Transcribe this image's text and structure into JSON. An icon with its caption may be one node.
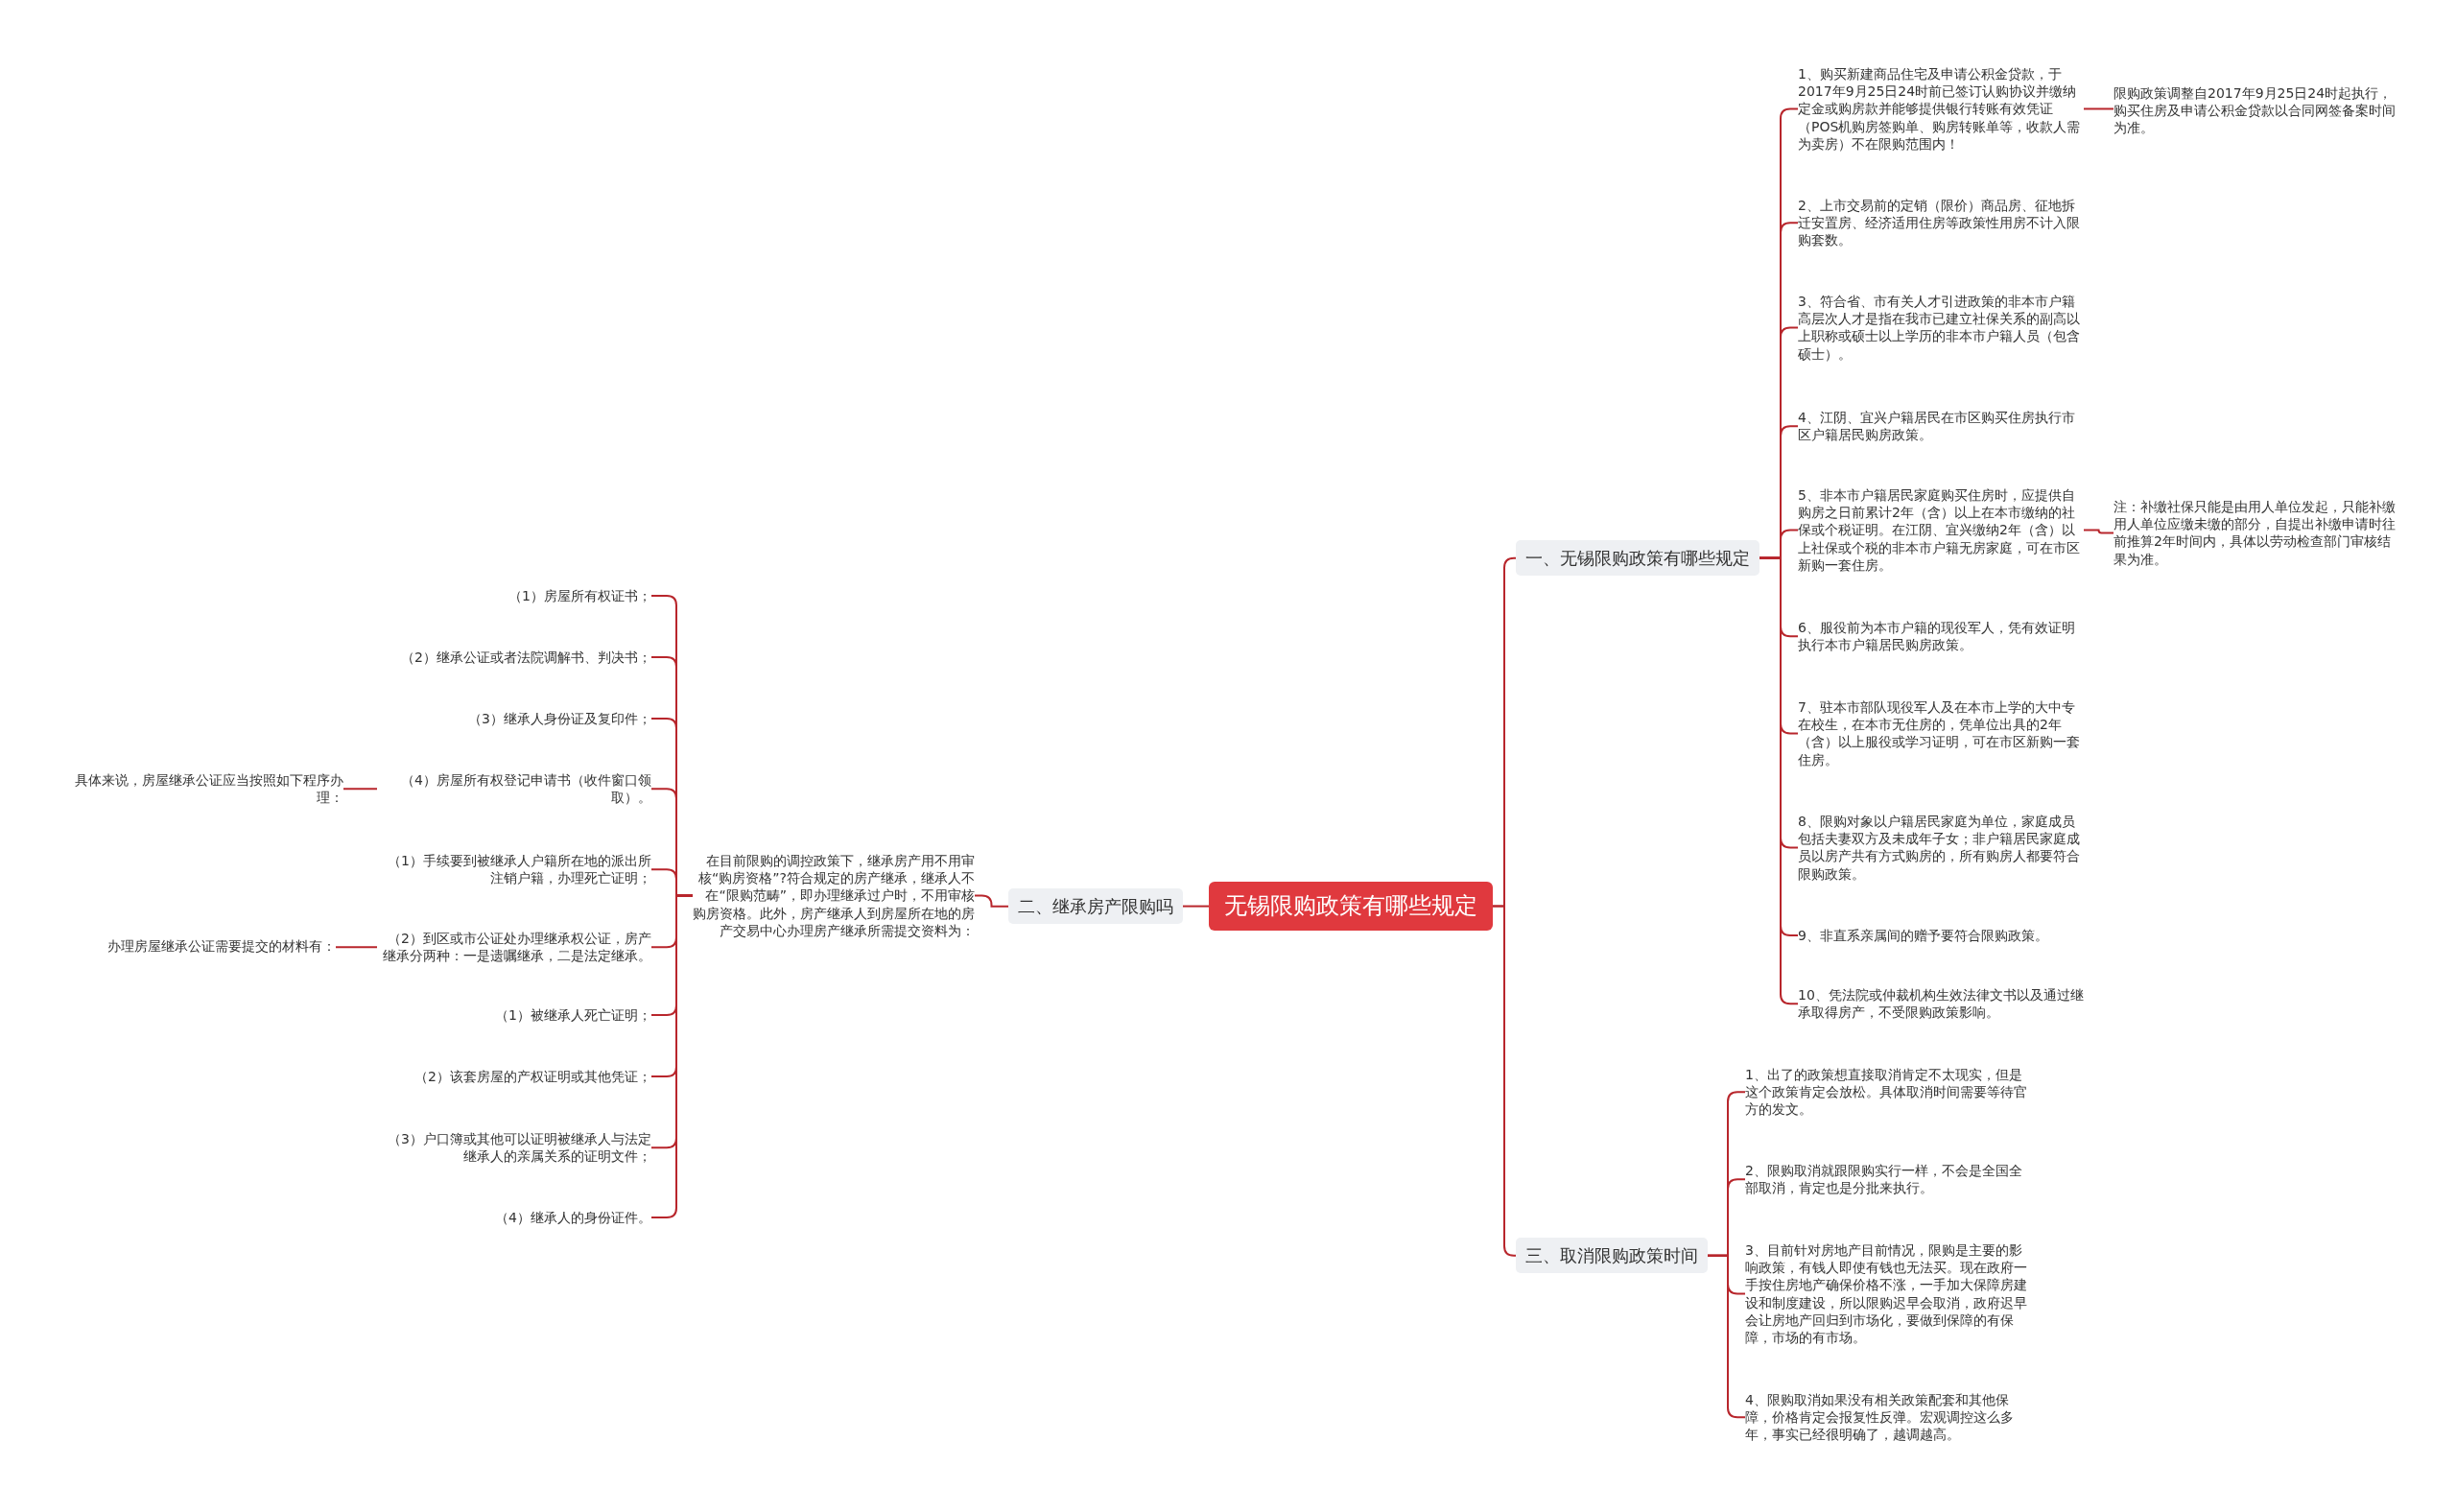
{
  "diagram": {
    "nodes": [
      {
        "text": [
          "无锡限购政策有哪些规定"
        ]
      },
      {
        "text": [
          "一、无锡限购政策有哪些规定"
        ]
      },
      {
        "text": [
          "1、购买新建商品住宅及申请公积金贷款，于2017年9月25日24时前已签订认购协议并缴纳定金或购房款并能够提供银行转账有效凭证（POS机购房签购单、购房转账单等，收款人需为卖房）不在限购范围内！"
        ]
      },
      {
        "text": [
          "2、上市交易前的定销（限价）商品房、征地拆迁安置房、经济适用住房等政策性用房不计入限购套数。"
        ]
      },
      {
        "text": [
          "3、符合省、市有关人才引进政策的非本市户籍高层次人才是指在我市已建立社保关系的副高以上职称或硕士以上学历的非本市户籍人员（包含硕士）。"
        ]
      },
      {
        "text": [
          "4、江阴、宜兴户籍居民在市区购买住房执行市区户籍居民购房政策。"
        ]
      },
      {
        "text": [
          "5、非本市户籍居民家庭购买住房时，应提供自购房之日前累计2年（含）以上在本市缴纳的社保或个税证明。在江阴、宜兴缴纳2年（含）以上社保或个税的非本市户籍无房家庭，可在市区新购一套住房。"
        ]
      },
      {
        "text": [
          "6、服役前为本市户籍的现役军人，凭有效证明执行本市户籍居民购房政策。"
        ]
      },
      {
        "text": [
          "7、驻本市部队现役军人及在本市上学的大中专在校生，在本市无住房的，凭单位出具的2年（含）以上服役或学习证明，可在市区新购一套住房。"
        ]
      },
      {
        "text": [
          "8、限购对象以户籍居民家庭为单位，家庭成员包括夫妻双方及未成年子女；非户籍居民家庭成员以房产共有方式购房的，所有购房人都要符合限购政策。"
        ]
      },
      {
        "text": [
          "9、非直系亲属间的赠予要符合限购政策。"
        ]
      },
      {
        "text": [
          "10、凭法院或仲裁机构生效法律文书以及通过继承取得房产，不受限购政策影响。"
        ]
      },
      {
        "text": [
          "限购政策调整自2017年9月25日24时起执行，购买住房及申请公积金贷款以合同网签备案时间为准。"
        ]
      },
      {
        "text": [
          "注：补缴社保只能是由用人单位发起，只能补缴用人单位应缴未缴的部分，自提出补缴申请时往前推算2年时间内，具体以劳动检查部门审核结果为准。"
        ]
      },
      {
        "text": [
          "二、继承房产限购吗"
        ]
      },
      {
        "text": [
          "在目前限购的调控政策下，继承房产用不用审核“购房资格”?符合规定的房产继承，继承人不在“限购范畴”，即办理继承过户时，不用审核购房资格。此外，房产继承人到房屋所在地的房产交易中心办理房产继承所需提交资料为："
        ]
      },
      {
        "text": [
          "（1）房屋所有权证书；"
        ]
      },
      {
        "text": [
          "（2）继承公证或者法院调解书、判决书；"
        ]
      },
      {
        "text": [
          "（3）继承人身份证及复印件；"
        ]
      },
      {
        "text": [
          "（4）房屋所有权登记申请书（收件窗口领取）。"
        ]
      },
      {
        "text": [
          "具体来说，房屋继承公证应当按照如下程序办理："
        ]
      },
      {
        "text": [
          "（1）手续要到被继承人户籍所在地的派出所注销户籍，办理死亡证明；"
        ]
      },
      {
        "text": [
          "（2）到区或市公证处办理继承权公证，房产继承分两种：一是遗嘱继承，二是法定继承。"
        ]
      },
      {
        "text": [
          "办理房屋继承公证需要提交的材料有："
        ]
      },
      {
        "text": [
          "（1）被继承人死亡证明；"
        ]
      },
      {
        "text": [
          "（2）该套房屋的产权证明或其他凭证；"
        ]
      },
      {
        "text": [
          "（3）户口簿或其他可以证明被继承人与法定继承人的亲属关系的证明文件；"
        ]
      },
      {
        "text": [
          "（4）继承人的身份证件。"
        ]
      },
      {
        "text": [
          "三、取消限购政策时间"
        ]
      },
      {
        "text": [
          "1、出了的政策想直接取消肯定不太现实，但是这个政策肯定会放松。具体取消时间需要等待官方的发文。"
        ]
      },
      {
        "text": [
          "2、限购取消就跟限购实行一样，不会是全国全部取消，肯定也是分批来执行。"
        ]
      },
      {
        "text": [
          "3、目前针对房地产目前情况，限购是主要的影响政策，有钱人即使有钱也无法买。现在政府一手按住房地产确保价格不涨，一手加大保障房建设和制度建设，所以限购迟早会取消，政府迟早会让房地产回归到市场化，要做到保障的有保障，市场的有市场。"
        ]
      },
      {
        "text": [
          "4、限购取消如果没有相关政策配套和其他保障，价格肯定会报复性反弹。宏观调控这么多年，事实已经很明确了，越调越高。"
        ]
      }
    ],
    "edges": [
      {
        "from": 0,
        "to": 1,
        "arrow": "none"
      },
      {
        "from": 1,
        "to": 2,
        "arrow": "none"
      },
      {
        "from": 1,
        "to": 3,
        "arrow": "none"
      },
      {
        "from": 1,
        "to": 4,
        "arrow": "none"
      },
      {
        "from": 1,
        "to": 5,
        "arrow": "none"
      },
      {
        "from": 1,
        "to": 6,
        "arrow": "none"
      },
      {
        "from": 1,
        "to": 7,
        "arrow": "none"
      },
      {
        "from": 1,
        "to": 8,
        "arrow": "none"
      },
      {
        "from": 1,
        "to": 9,
        "arrow": "none"
      },
      {
        "from": 1,
        "to": 10,
        "arrow": "none"
      },
      {
        "from": 1,
        "to": 11,
        "arrow": "none"
      },
      {
        "from": 2,
        "to": 12,
        "arrow": "none"
      },
      {
        "from": 6,
        "to": 13,
        "arrow": "none"
      },
      {
        "from": 0,
        "to": 14,
        "arrow": "none"
      },
      {
        "from": 14,
        "to": 15,
        "arrow": "none"
      },
      {
        "from": 15,
        "to": 16,
        "arrow": "none"
      },
      {
        "from": 15,
        "to": 17,
        "arrow": "none"
      },
      {
        "from": 15,
        "to": 18,
        "arrow": "none"
      },
      {
        "from": 15,
        "to": 19,
        "arrow": "none"
      },
      {
        "from": 19,
        "to": 20,
        "arrow": "none"
      },
      {
        "from": 15,
        "to": 21,
        "arrow": "none"
      },
      {
        "from": 15,
        "to": 22,
        "arrow": "none"
      },
      {
        "from": 22,
        "to": 23,
        "arrow": "none"
      },
      {
        "from": 15,
        "to": 24,
        "arrow": "none"
      },
      {
        "from": 15,
        "to": 25,
        "arrow": "none"
      },
      {
        "from": 15,
        "to": 26,
        "arrow": "none"
      },
      {
        "from": 15,
        "to": 27,
        "arrow": "none"
      },
      {
        "from": 0,
        "to": 28,
        "arrow": "none"
      },
      {
        "from": 28,
        "to": 29,
        "arrow": "none"
      },
      {
        "from": 28,
        "to": 30,
        "arrow": "none"
      },
      {
        "from": 28,
        "to": 31,
        "arrow": "none"
      },
      {
        "from": 28,
        "to": 32,
        "arrow": "none"
      }
    ]
  }
}
